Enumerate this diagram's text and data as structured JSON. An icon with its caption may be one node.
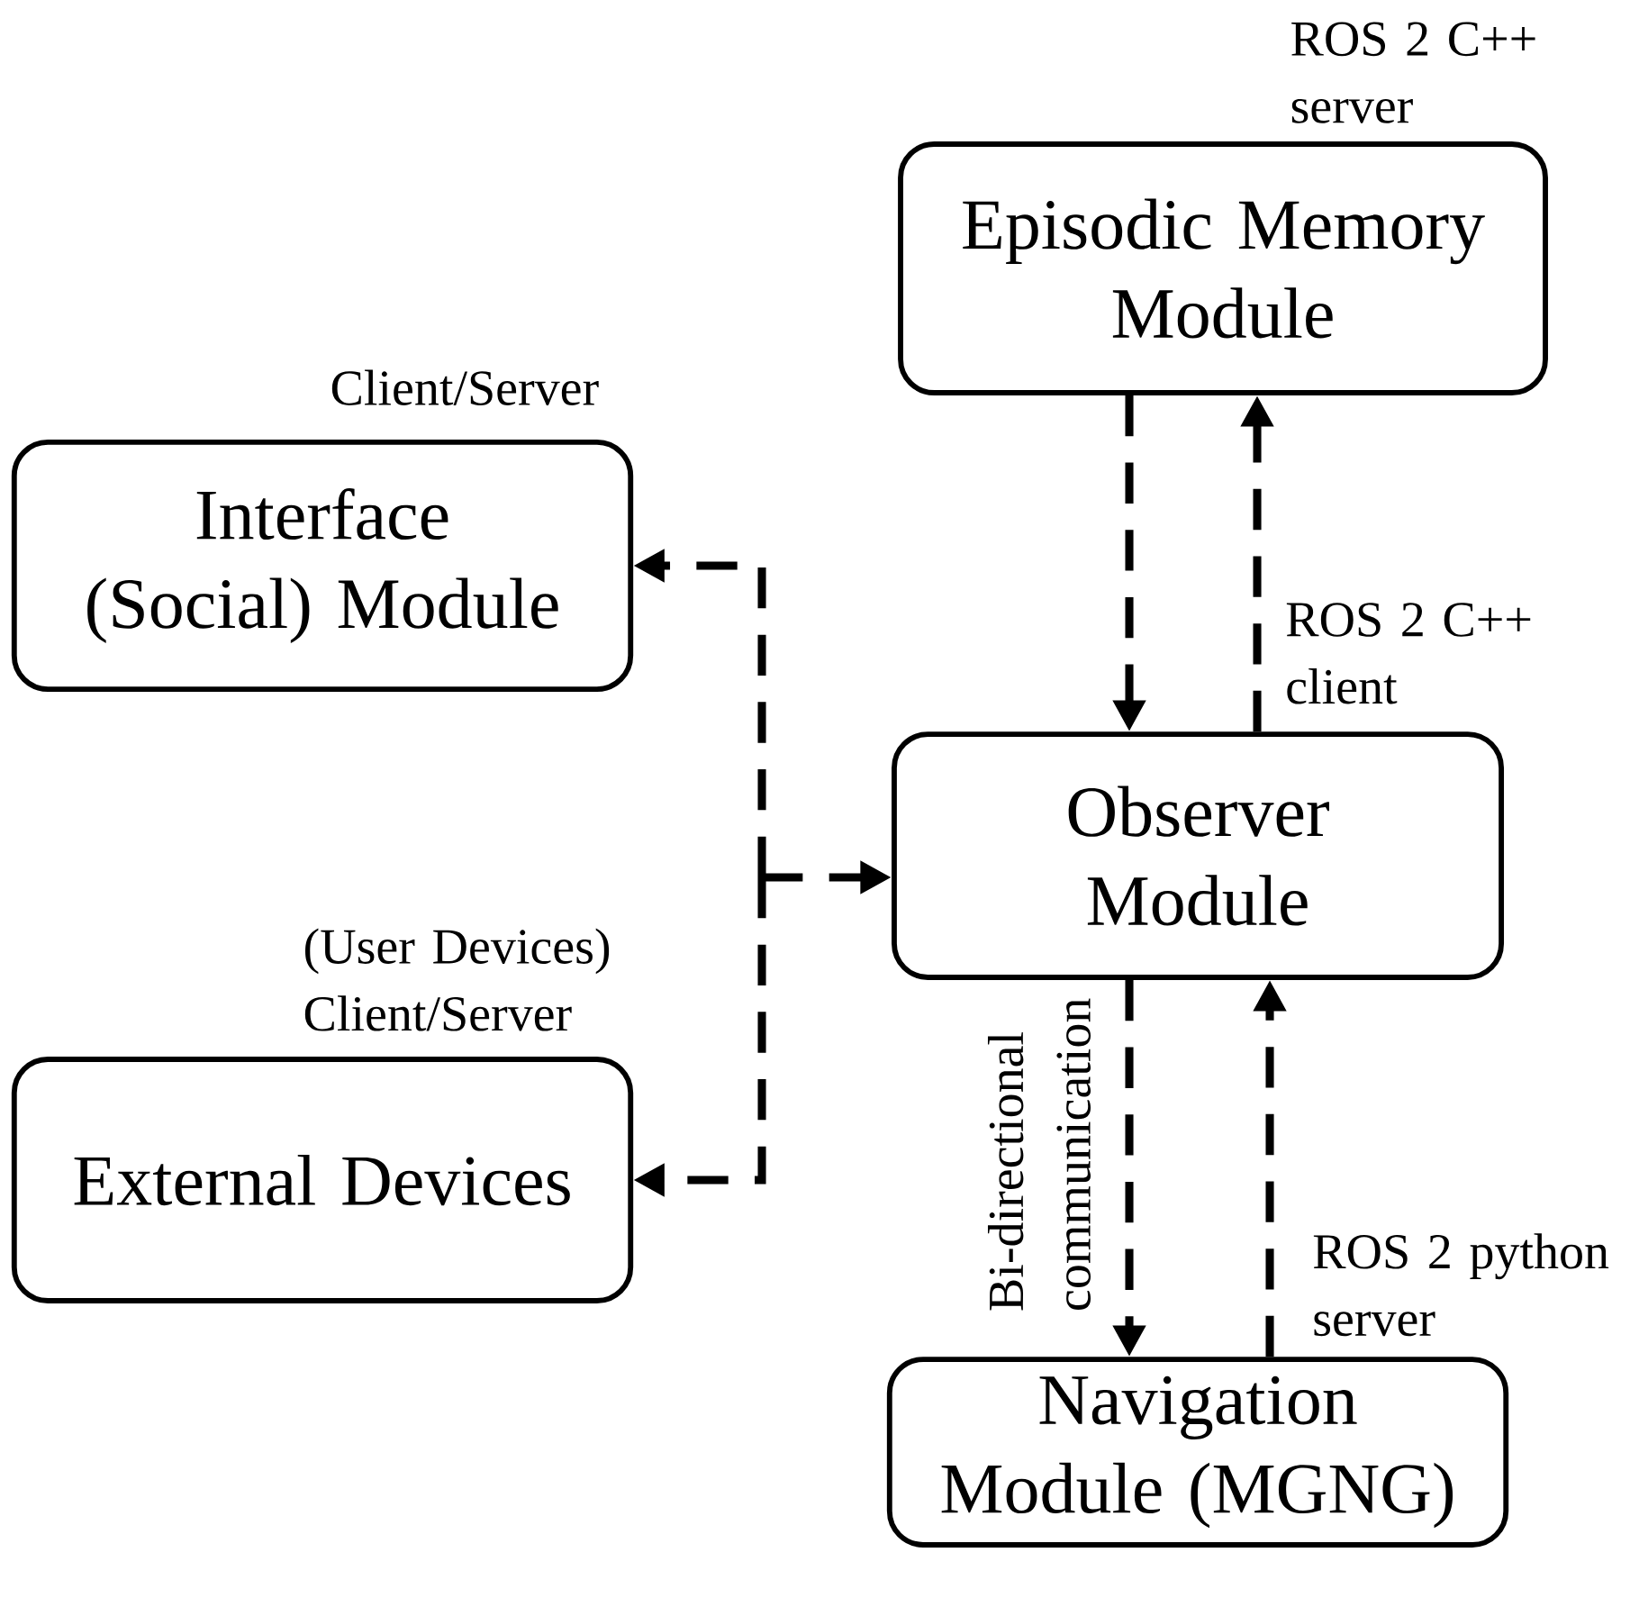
{
  "diagram": {
    "nodes": [
      {
        "text": [
          "Episodic Memory Module"
        ],
        "beside": [
          "ROS 2 C++ server"
        ]
      },
      {
        "text": [
          "Interface (Social) Module"
        ],
        "beside": [
          "Client/Server"
        ]
      },
      {
        "text": [
          "Observer Module"
        ]
      },
      {
        "text": [
          "External Devices"
        ],
        "beside": [
          "(User Devices) Client/Server"
        ]
      },
      {
        "text": [
          "Navigation Module (MGNG)"
        ]
      }
    ],
    "edges": [
      {
        "from": 0,
        "to": 2,
        "arrow": "to",
        "style": "dashed"
      },
      {
        "from": 2,
        "to": 0,
        "arrow": "to",
        "style": "dashed",
        "label": "ROS 2 C++ client"
      },
      {
        "from": 1,
        "to": 2,
        "arrow": "both",
        "style": "dashed"
      },
      {
        "from": 3,
        "to": 2,
        "arrow": "both",
        "style": "dashed"
      },
      {
        "from": 2,
        "to": 4,
        "arrow": "to",
        "style": "dashed",
        "label": "Bi-directional communication"
      },
      {
        "from": 4,
        "to": 2,
        "arrow": "to",
        "style": "dashed",
        "label": "ROS 2 python server"
      }
    ]
  }
}
